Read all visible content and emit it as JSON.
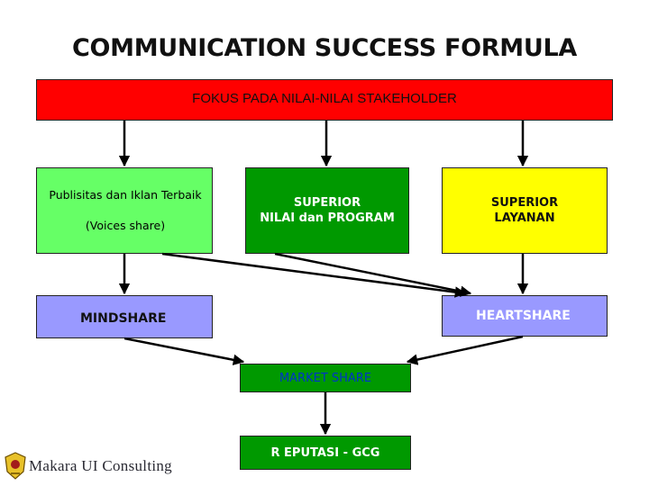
{
  "title": "COMMUNICATION SUCCESS FORMULA",
  "nodes": {
    "stakeholder": "FOKUS PADA NILAI-NILAI STAKEHOLDER",
    "publisitas_line1": "Publisitas dan Iklan Terbaik",
    "publisitas_line2": "(Voices share)",
    "superior_nilai_line1": "SUPERIOR",
    "superior_nilai_line2": "NILAI dan PROGRAM",
    "superior_layanan_line1": "SUPERIOR",
    "superior_layanan_line2": "LAYANAN",
    "mindshare": "MINDSHARE",
    "heartshare": "HEARTSHARE",
    "market_share": "MARKET SHARE",
    "reputasi": "R EPUTASI - GCG"
  },
  "logo": {
    "text": "MAKARA UI CONSULTING",
    "display": "Makara UI Consulting"
  },
  "colors": {
    "stakeholder": "#ff0000",
    "publisitas": "#66ff66",
    "superior_nilai": "#009900",
    "superior_layanan": "#ffff00",
    "share": "#9999ff",
    "market": "#009900",
    "market_text": "#0033cc"
  }
}
